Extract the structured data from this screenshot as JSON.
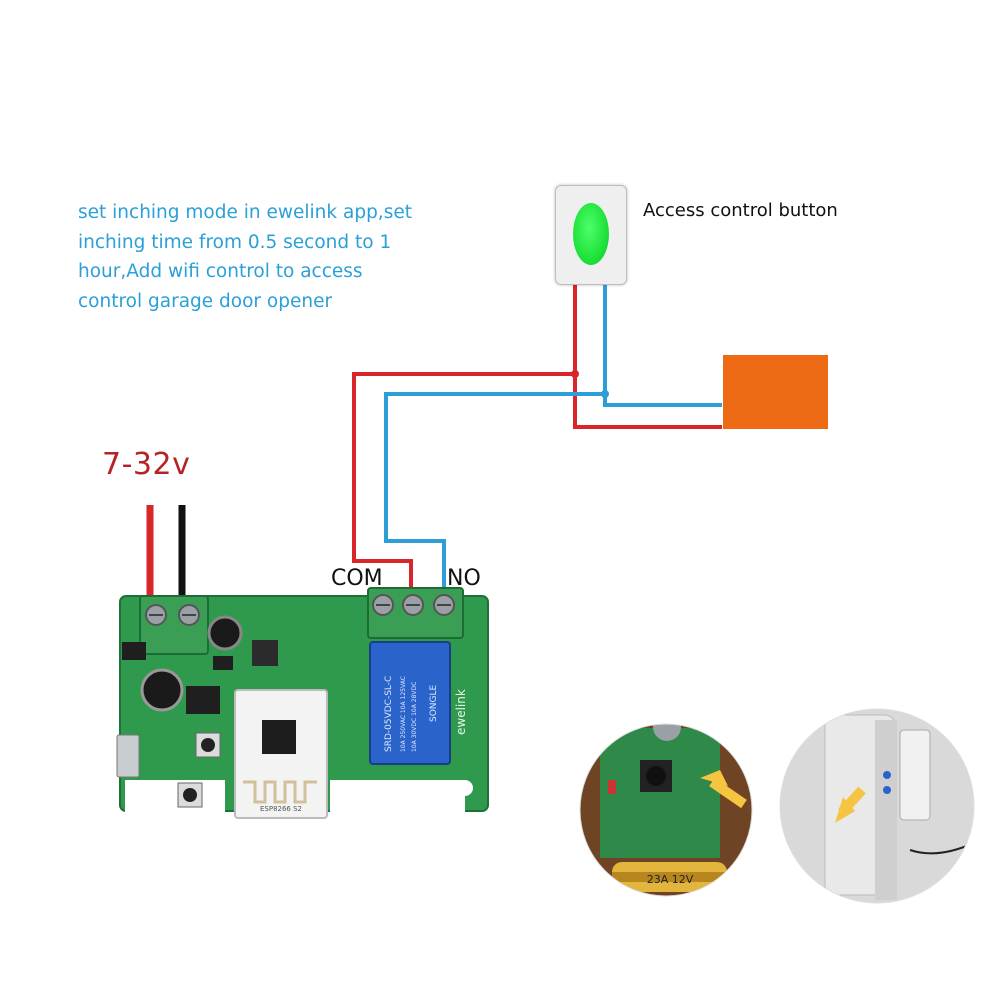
{
  "instructions": {
    "lines": [
      "set inching mode in ewelink app,set",
      "inching time from 0.5 second to 1",
      "hour,Add wifi control to access",
      "control garage door opener"
    ]
  },
  "power": {
    "voltage_label": "7-32v"
  },
  "access_button": {
    "label": "Access control button"
  },
  "relay_terminals": {
    "com_label": "COM",
    "no_label": "NO"
  },
  "board": {
    "relay_text": [
      "SONGLE",
      "SRD-05VDC-SL-C",
      "10A 250VAC 10A 125VAC",
      "10A 30VDC 10A 28VDC"
    ],
    "brand_text": "ewelink",
    "module_text": "ESP8266 S2"
  },
  "photos": {
    "remote_battery_text": "23A 12V"
  },
  "colors": {
    "instruction_text": "#2a9fd8",
    "voltage_text": "#b42328",
    "wire_red": "#d9262a",
    "wire_blue": "#2e9fd6",
    "wire_black": "#111111",
    "pcb_green": "#2f9a4d",
    "relay_blue": "#2a63c9",
    "terminal_green": "#3a9f55",
    "opener_orange": "#ec6a14",
    "button_green": "#1fe23b"
  }
}
